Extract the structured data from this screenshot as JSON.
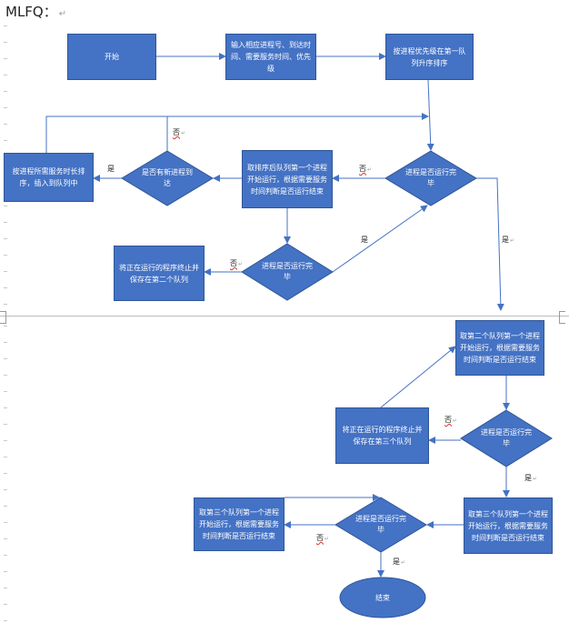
{
  "document": {
    "title": "MLFQ："
  },
  "nodes": {
    "start": "开始",
    "input": "输入相应进程号、到达时间、需要服务时间、优先级",
    "sort_priority": "按进程优先级在第一队列升序排序",
    "done_check_1": "进程是否运行完毕",
    "take_queue1": "取排序后队列第一个进程开始运行，根据需要服务时间判断是否运行结束",
    "new_arrival": "是否有新进程到达",
    "insert_sorted": "按进程所需服务时长排序，插入到队列中",
    "done_check_2": "进程是否运行完毕",
    "save_queue2": "将正在运行的程序终止并保存在第二个队列",
    "take_queue2": "取第二个队列第一个进程开始运行，根据需要服务时间判断是否运行结束",
    "done_check_3": "进程是否运行完毕",
    "save_queue3": "将正在运行的程序终止并保存在第三个队列",
    "take_queue3_right": "取第三个队列第一个进程开始运行，根据需要服务时间判断是否运行结束",
    "done_check_4": "进程是否运行完毕",
    "take_queue3_left": "取第三个队列第一个进程开始运行，根据需要服务时间判断是否运行结束",
    "end": "结束"
  },
  "edge_labels": {
    "yes": "是",
    "no": "否"
  },
  "colors": {
    "shape_fill": "#4472c4",
    "shape_border": "#2f5597",
    "connector": "#4472c4"
  }
}
